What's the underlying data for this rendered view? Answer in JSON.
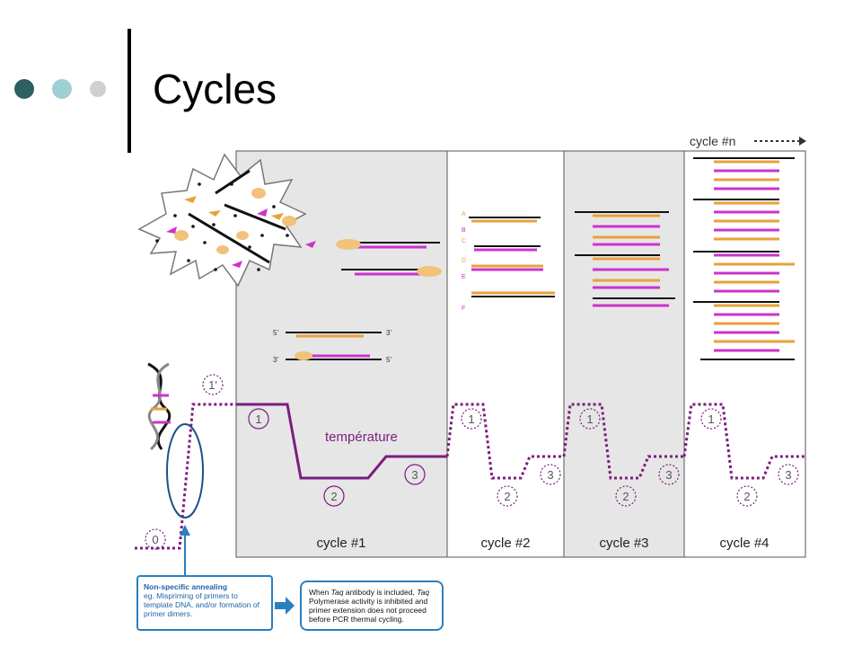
{
  "slide": {
    "title": "Cycles",
    "dot_colors": [
      "#2d5f63",
      "#9fcfd3",
      "#d0d0d0"
    ]
  },
  "diagram": {
    "cycle_n_label": "cycle #n",
    "cycle_labels": [
      "cycle #1",
      "cycle #2",
      "cycle #3",
      "cycle #4"
    ],
    "temperature_label": "température",
    "step_labels": {
      "zero": "0",
      "one_prime": "1'",
      "one": "1",
      "two": "2",
      "three": "3"
    },
    "strand_labels": {
      "five_prime": "5'",
      "three_prime": "3'"
    },
    "strand_letters": [
      "A",
      "B",
      "C",
      "D",
      "E",
      "F"
    ],
    "colors": {
      "panel_fill": "#e6e6e6",
      "panel_stroke": "#555555",
      "temperature_line": "#7a1e7e",
      "primer_orange": "#e8a13a",
      "strand_magenta": "#cc33cc",
      "enzyme_tan": "#f2c27a",
      "annotation_blue": "#2a7fbf"
    }
  },
  "notes": {
    "left": {
      "heading": "Non-specific annealing",
      "body": "eg. Mispriming of primers to template DNA, and/or formation of primer dimers."
    },
    "right": {
      "prefix": "When ",
      "italic1": "Taq",
      "mid1": " antibody is included, ",
      "italic2": "Taq",
      "suffix": " Polymerase  activity is inhibited and primer extension does not proceed before PCR thermal cycling."
    }
  }
}
